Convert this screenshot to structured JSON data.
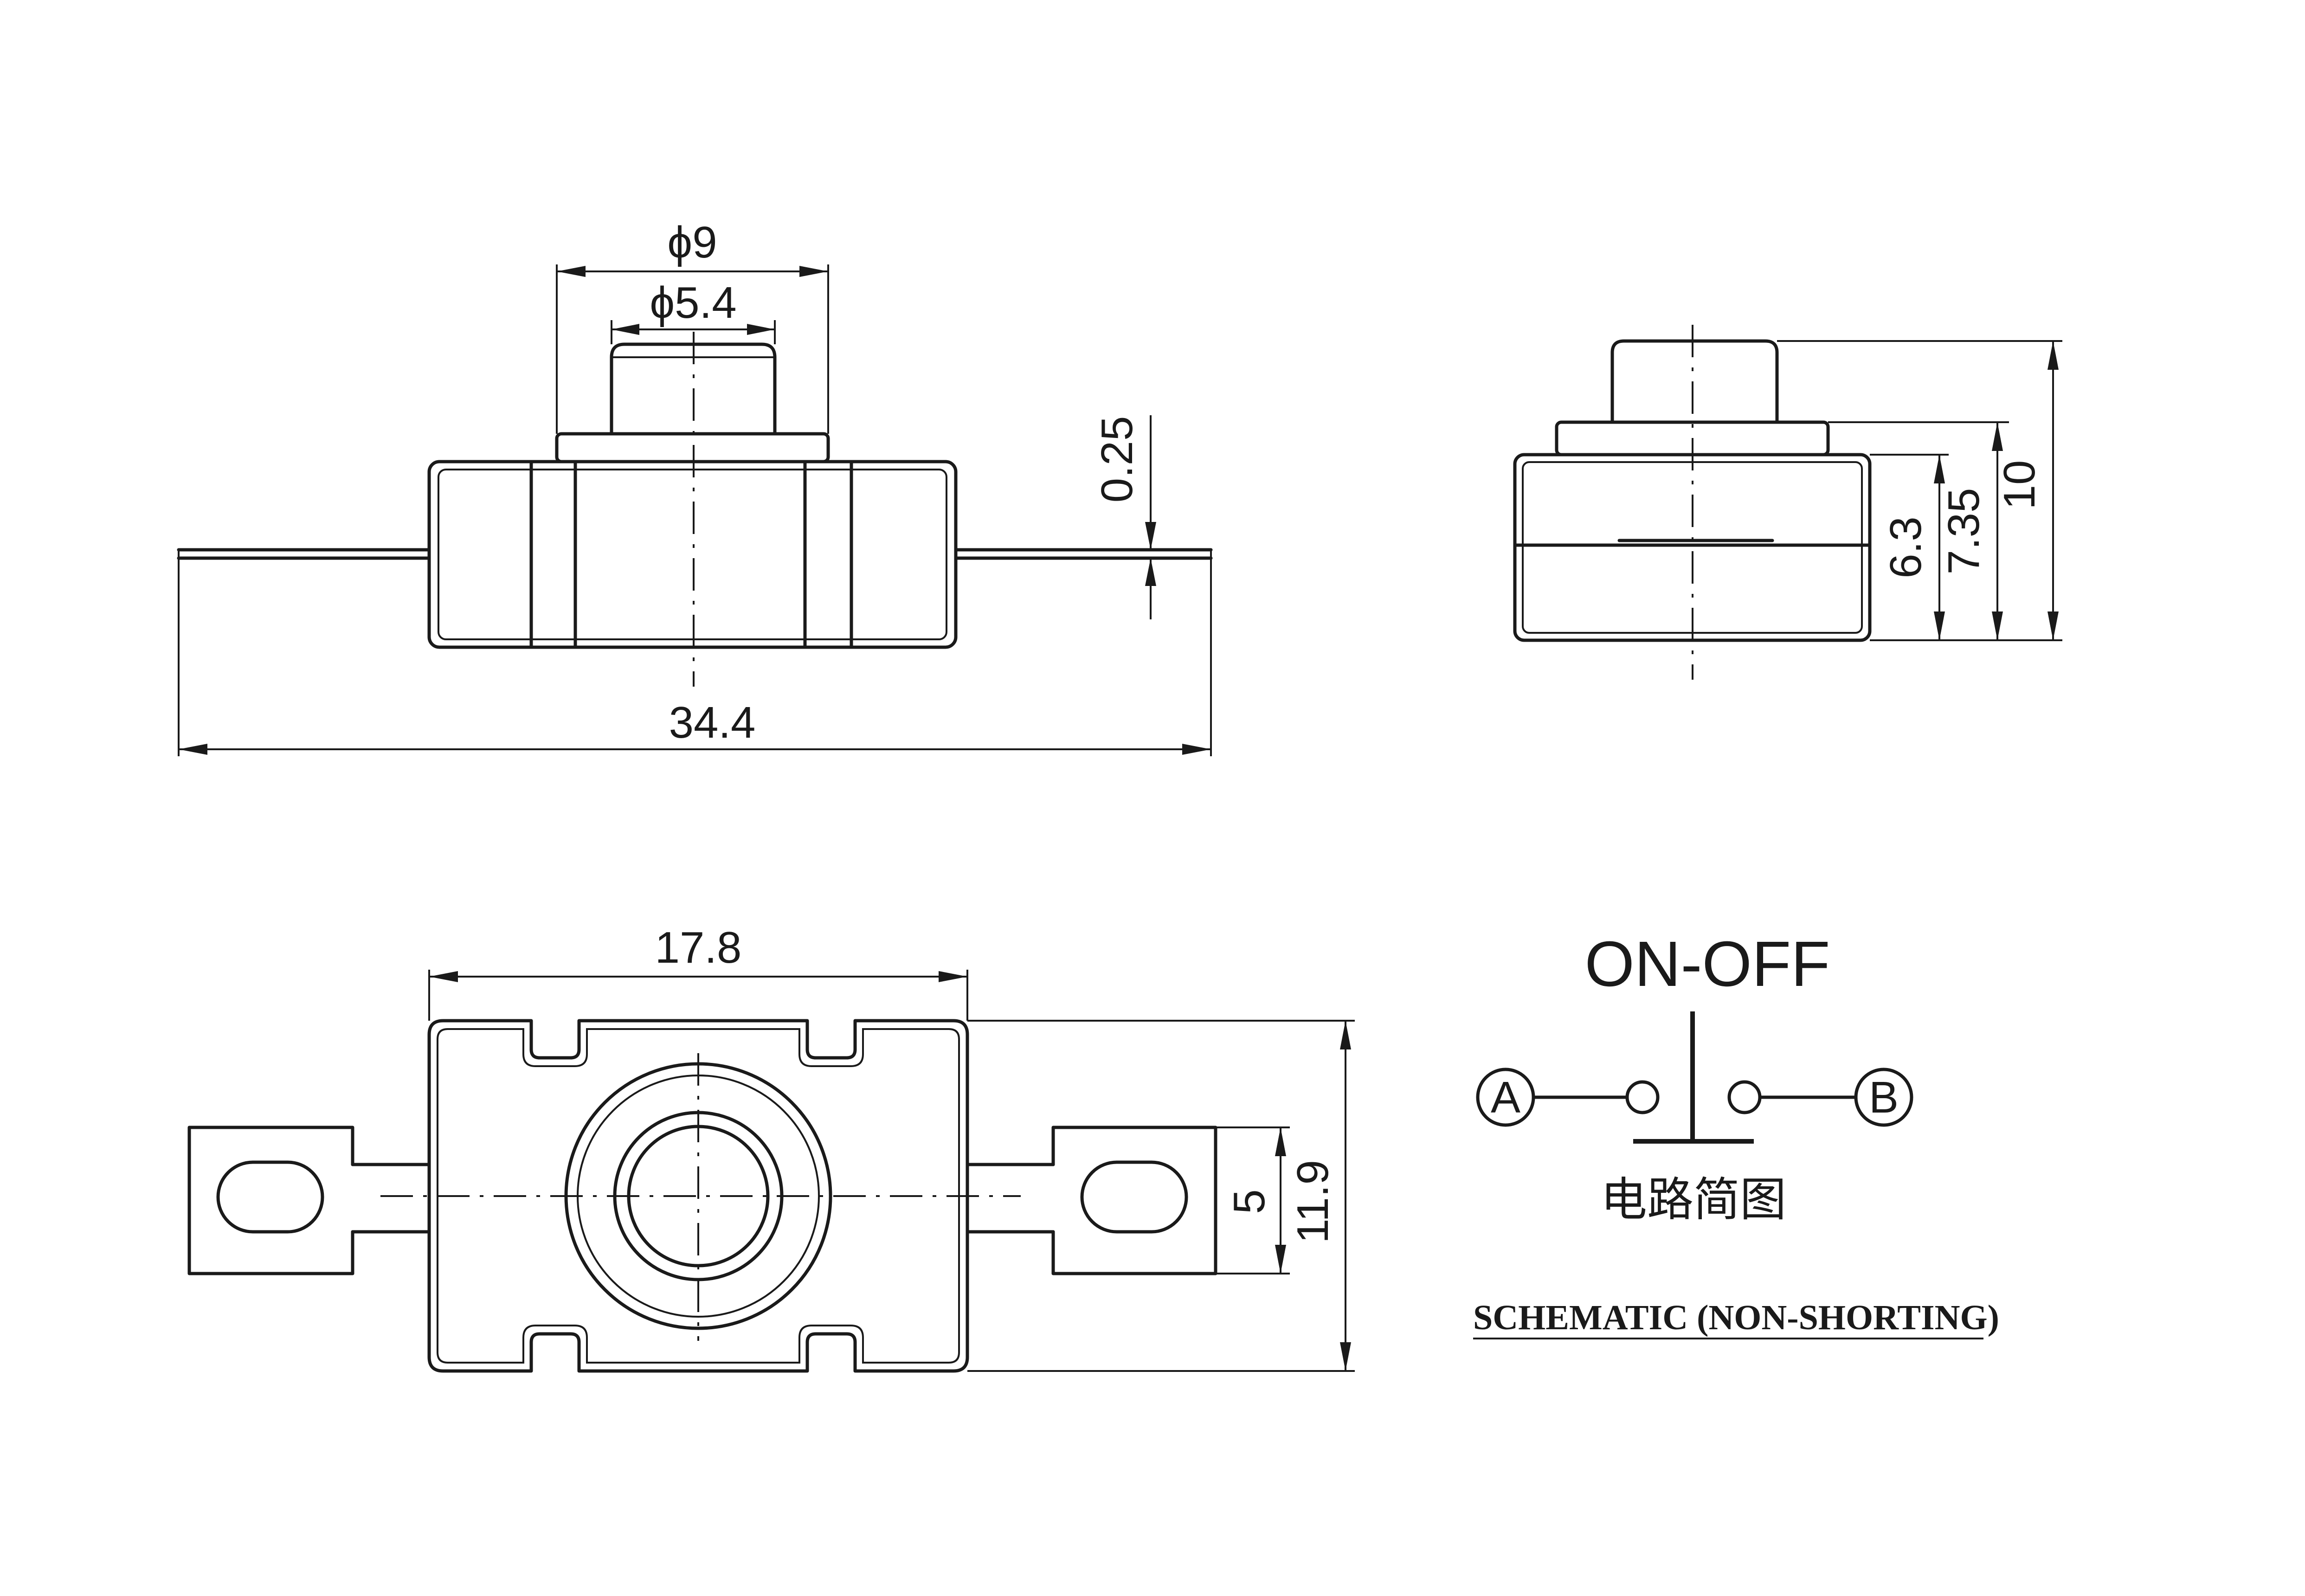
{
  "dimensions": {
    "d_phi9": "ϕ9",
    "d_phi54": "ϕ5.4",
    "d_025": "0.25",
    "d_344": "34.4",
    "d_63": "6.3",
    "d_735": "7.35",
    "d_10": "10",
    "d_178": "17.8",
    "d_5": "5",
    "d_119": "11.9"
  },
  "schematic": {
    "title": "ON-OFF",
    "terminal_a": "A",
    "terminal_b": "B",
    "caption_cn": "电路简图",
    "caption_en": "SCHEMATIC (NON-SHORTING)"
  }
}
